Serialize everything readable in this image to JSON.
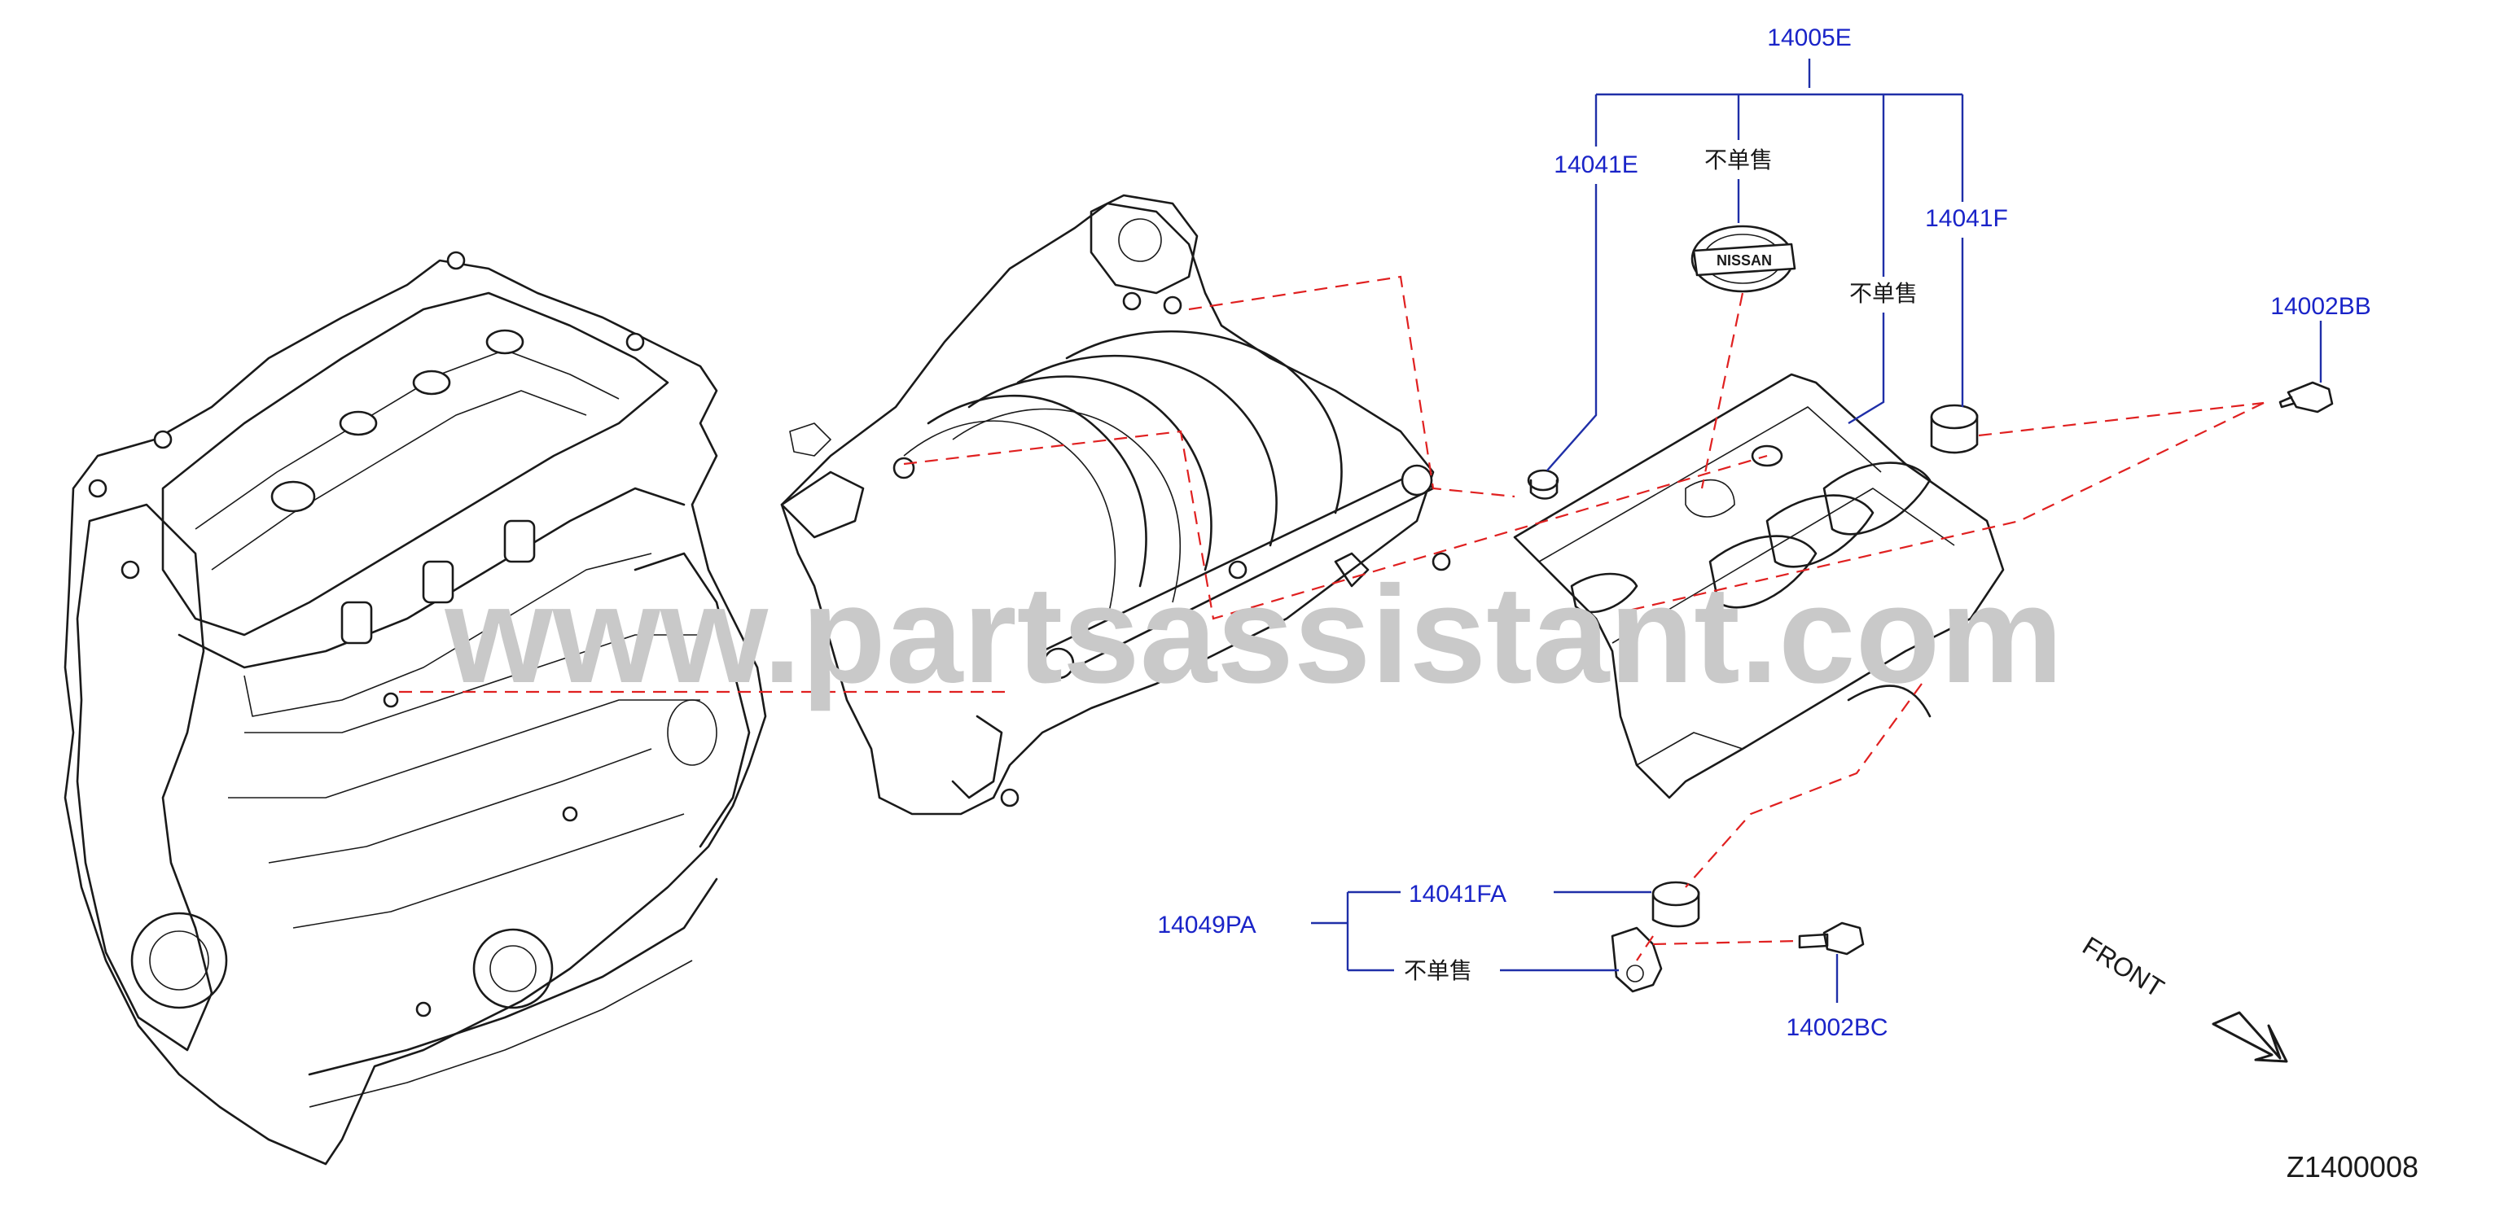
{
  "watermark": "www.partsassistant.com",
  "diagram_code": "Z1400008",
  "front_label": "FRONT",
  "callouts": {
    "c14005E": "14005E",
    "c14041E": "14041E",
    "c14041F": "14041F",
    "c14002BB": "14002BB",
    "c14041FA": "14041FA",
    "c14049PA": "14049PA",
    "c14002BC": "14002BC",
    "not_sold_top": "不单售",
    "not_sold_right": "不单售",
    "not_sold_bottom": "不单售"
  },
  "colors": {
    "callout_text": "#1a24c8",
    "leader_line": "#1f2fa8",
    "dashed_guide": "#e02020",
    "drawing": "#1a1a1a",
    "watermark": "#c9c9c9"
  }
}
